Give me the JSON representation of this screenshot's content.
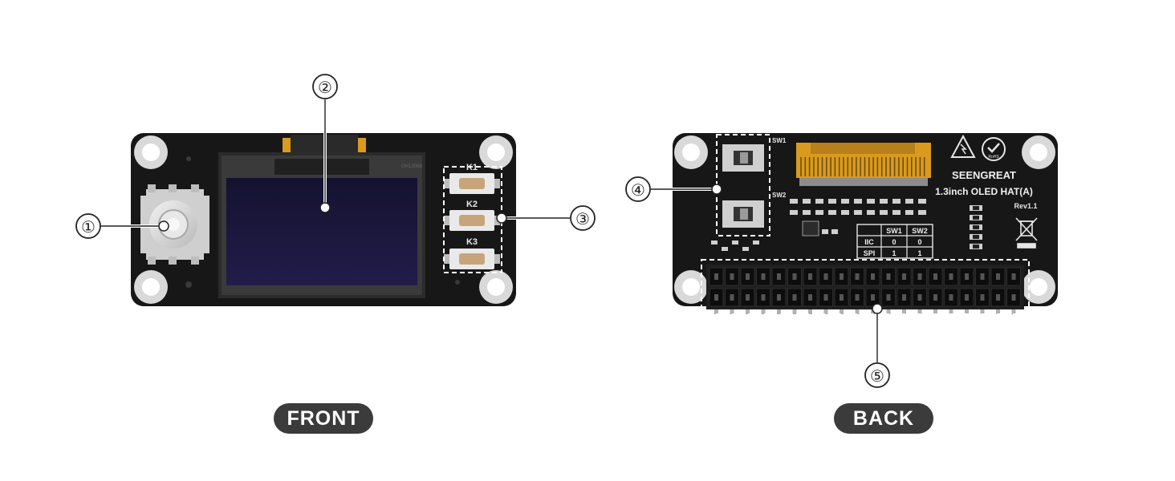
{
  "callouts": [
    "①",
    "②",
    "③",
    "④",
    "⑤"
  ],
  "front": {
    "label": "FRONT",
    "keys": [
      "K1",
      "K2",
      "K3"
    ],
    "silk": "OH13088"
  },
  "back": {
    "label": "BACK",
    "brand": "SEENGREAT",
    "product": "1.3inch OLED HAT(A)",
    "revision": "Rev1.1",
    "rohs": "RoHS",
    "switches": [
      "SW1",
      "SW2"
    ],
    "table": {
      "headers": [
        "",
        "SW1",
        "SW2"
      ],
      "rows": [
        [
          "IIC",
          "0",
          "0"
        ],
        [
          "SPI",
          "1",
          "1"
        ]
      ]
    }
  },
  "colors": {
    "pcb": "#161616",
    "mount_hole_ring": "#d9d9d9",
    "oled_panel": "#1b1838",
    "fpc": "#d99a1e",
    "callout_line": "#ffffff",
    "pill": "#3b3b3b"
  }
}
